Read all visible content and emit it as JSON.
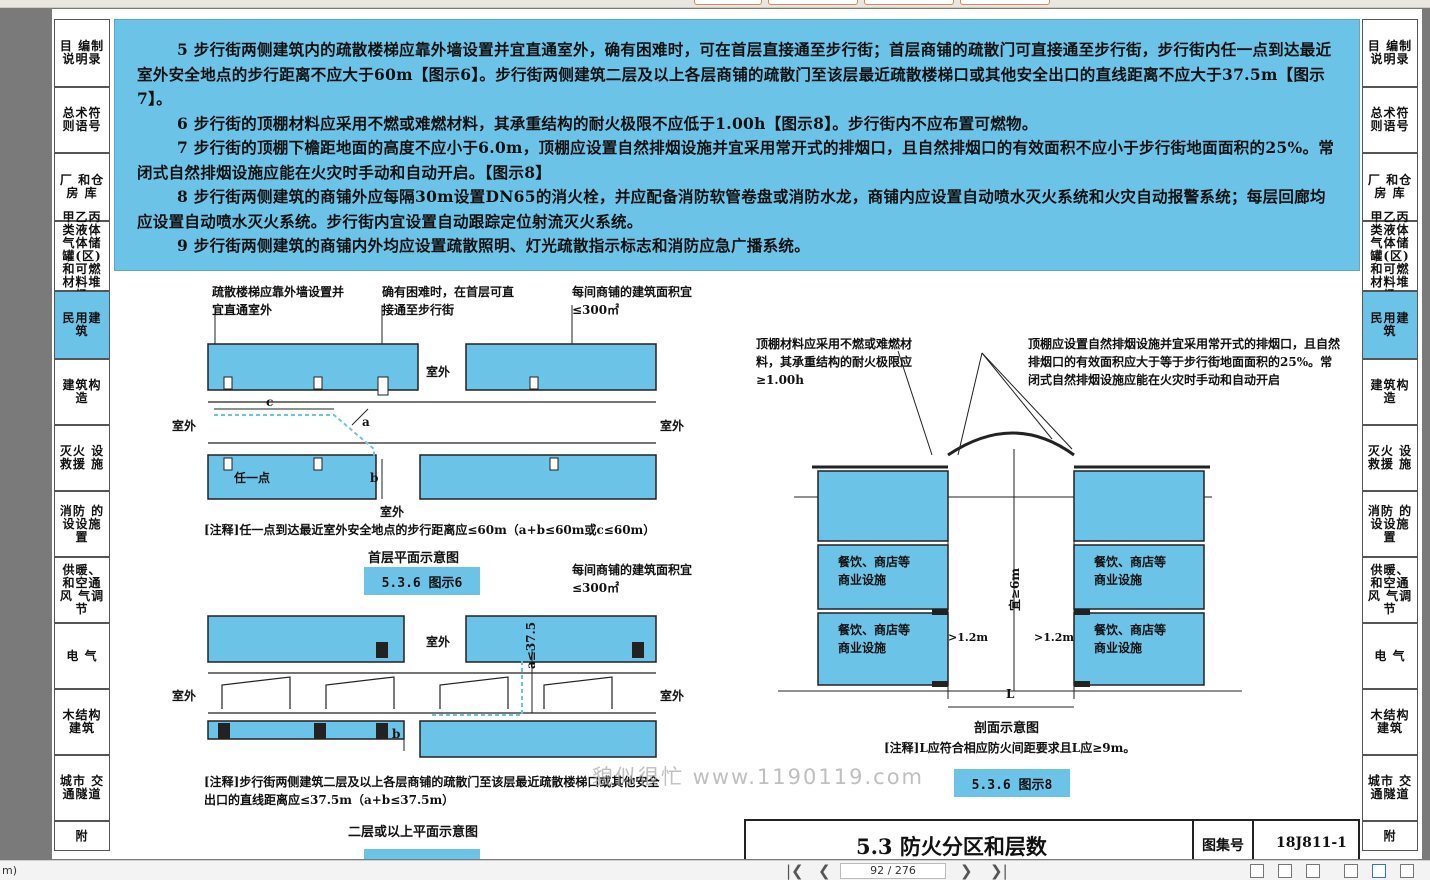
{
  "left_tabs": [
    {
      "label": "目 编制说明录"
    },
    {
      "label": "总术符则语号"
    },
    {
      "label": "厂 和仓房 库"
    },
    {
      "label": "甲乙丙类液体气体储罐(区)和可燃材料堆场"
    },
    {
      "label": "民用建筑",
      "active": true
    },
    {
      "label": "建筑构造"
    },
    {
      "label": "灭火 设救援 施"
    },
    {
      "label": "消防 的设设施 置"
    },
    {
      "label": "供暖、和空通风 气调节"
    },
    {
      "label": "电 气"
    },
    {
      "label": "木结构 建筑"
    },
    {
      "label": "城市 交通隧道"
    },
    {
      "label": "附"
    }
  ],
  "text_paragraphs": [
    "5  步行街两侧建筑内的疏散楼梯应靠外墙设置并宜直通室外，确有困难时，可在首层直接通至步行街；首层商铺的疏散门可直接通至步行街，步行街内任一点到达最近室外安全地点的步行距离不应大于60m【图示6】。步行街两侧建筑二层及以上各层商铺的疏散门至该层最近疏散楼梯口或其他安全出口的直线距离不应大于37.5m【图示7】。",
    "6  步行街的顶棚材料应采用不燃或难燃材料，其承重结构的耐火极限不应低于1.00h【图示8】。步行街内不应布置可燃物。",
    "7  步行街的顶棚下檐距地面的高度不应小于6.0m，顶棚应设置自然排烟设施并宜采用常开式的排烟口，且自然排烟口的有效面积不应小于步行街地面面积的25%。常闭式自然排烟设施应能在火灾时手动和自动开启。【图示8】",
    "8  步行街两侧建筑的商铺外应每隔30m设置DN65的消火栓，并应配备消防软管卷盘或消防水龙，商铺内应设置自动喷水灭火系统和火灾自动报警系统；每层回廊均应设置自动喷水灭火系统。步行街内宜设置自动跟踪定位射流灭火系统。",
    "9  步行街两侧建筑的商铺内外均应设置疏散照明、灯光疏散指示标志和消防应急广播系统。"
  ],
  "fig6": {
    "note_stair": "疏散楼梯应靠外墙设置并宜直通室外",
    "note_difficult": "确有困难时，在首层可直接通至步行街",
    "note_area": "每间商铺的建筑面积宜≤300㎡",
    "outdoor": "室外",
    "any_point": "任一点",
    "dim_c": "c",
    "dim_a": "a",
    "dim_b": "b",
    "remark": "[注释]任一点到达最近室外安全地点的步行距离应≤60m（a+b≤60m或c≤60m）",
    "caption": "首层平面示意图",
    "badge": "5.3.6 图示6"
  },
  "fig7": {
    "note_area": "每间商铺的建筑面积宜≤300㎡",
    "outdoor": "室外",
    "dim_a": "a≤37.5",
    "dim_b": "b",
    "remark": "[注释]步行街两侧建筑二层及以上各层商铺的疏散门至该层最近疏散楼梯口或其他安全出口的直线距离应≤37.5m（a+b≤37.5m）",
    "caption": "二层或以上平面示意图"
  },
  "fig8": {
    "note_roof": "顶棚材料应采用不燃或难燃材料，其承重结构的耐火极限应≥1.00h",
    "note_smoke": "顶棚应设置自然排烟设施并宜采用常开式的排烟口，且自然排烟口的有效面积应大于等于步行街地面面积的25%。常闭式自然排烟设施应能在火灾时手动和自动开启",
    "shop_label": "餐饮、商店等商业设施",
    "height": "宜≥6m",
    "corridor": ">1.2m",
    "dim_L": "L",
    "caption": "剖面示意图",
    "remark": "[注释]L应符合相应防火间距要求且L应≥9m。",
    "badge": "5.3.6 图示8"
  },
  "footer": {
    "section": "5.3 防火分区和层数",
    "atlas_label": "图集号",
    "atlas_no": "18J811-1"
  },
  "watermark": "貌似很忙 www.1190119.com",
  "viewer": {
    "page_indicator": "92 / 276",
    "left_status": "m)"
  },
  "colors": {
    "accent": "#6cc3e8",
    "ink": "#111111"
  }
}
